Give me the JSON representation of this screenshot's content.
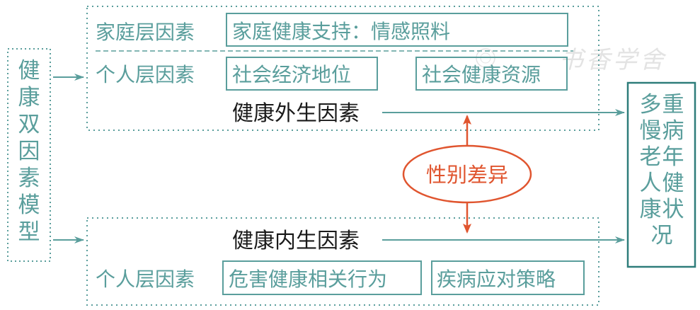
{
  "colors": {
    "teal": "#5a9e9c",
    "dark_teal": "#2e7d7a",
    "red": "#e0552f",
    "text_dark": "#1a1a1a"
  },
  "model": {
    "label_chars": [
      "健",
      "康",
      "双",
      "因",
      "素",
      "模",
      "型"
    ]
  },
  "exogenous": {
    "family_level_label": "家庭层因素",
    "family_factor": "家庭健康支持：情感照料",
    "individual_level_label": "个人层因素",
    "individual_factor_1": "社会经济地位",
    "individual_factor_2": "社会健康资源",
    "title": "健康外生因素"
  },
  "endogenous": {
    "title": "健康内生因素",
    "individual_level_label": "个人层因素",
    "factor_1": "危害健康相关行为",
    "factor_2": "疾病应对策略"
  },
  "gender": {
    "label": "性别差异"
  },
  "outcome": {
    "label_chars": [
      "多",
      "重",
      "慢",
      "病",
      "老",
      "年",
      "人",
      "健",
      "康",
      "状",
      "况"
    ]
  },
  "watermark": {
    "text": "书香学舍"
  }
}
